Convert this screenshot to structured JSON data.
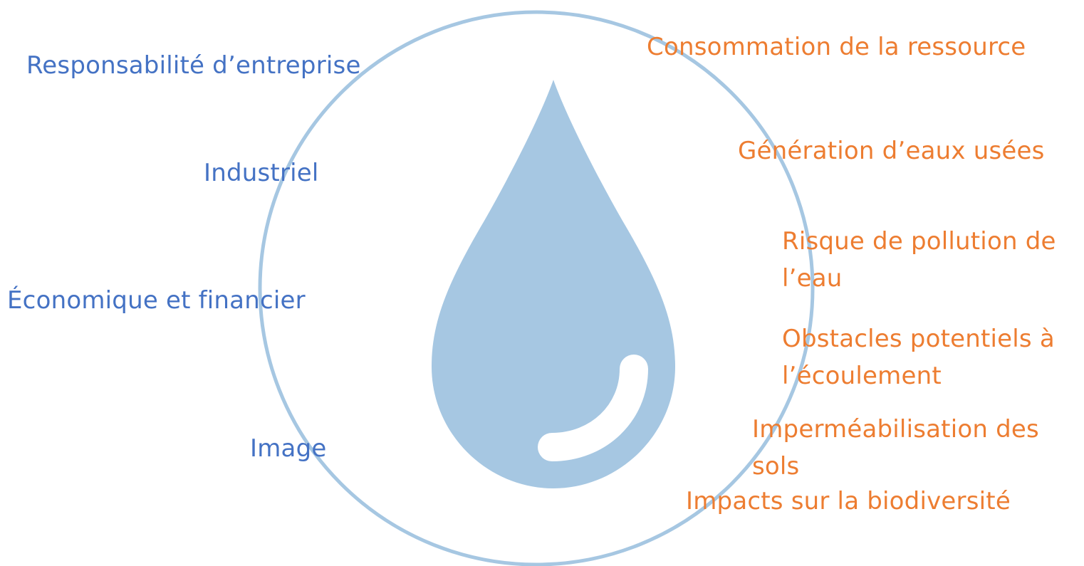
{
  "colors": {
    "circle": "#A6C7E2",
    "drop": "#A6C7E2",
    "highlight": "#FFFFFF",
    "left_text": "#4472C4",
    "right_text": "#ED7D31"
  },
  "icons": {
    "center": "water-drop-icon"
  },
  "left_labels": {
    "responsabilite": "Responsabilité d’entreprise",
    "industriel": "Industriel",
    "economique": "Économique et financier",
    "image": "Image"
  },
  "right_labels": {
    "consommation": "Consommation de la ressource",
    "generation": "Génération d’eaux usées",
    "risque_line1": "Risque de pollution de",
    "risque_line2": "l’eau",
    "obstacles_line1": "Obstacles potentiels à",
    "obstacles_line2": "l’écoulement",
    "impermeabilisation_line1": "Imperméabilisation des",
    "impermeabilisation_line2": "sols",
    "impacts": "Impacts sur la biodiversité"
  }
}
